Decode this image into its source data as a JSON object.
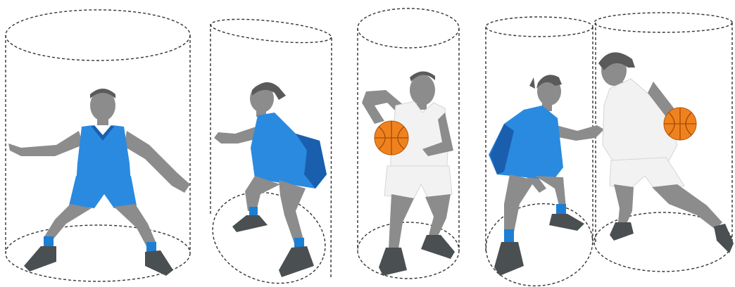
{
  "figure": {
    "panels": [
      {
        "id": "panel-1",
        "figure": "defender-front"
      },
      {
        "id": "panel-2",
        "figure": "defender-side"
      },
      {
        "id": "panel-3",
        "figure": "ball-handler"
      },
      {
        "id": "panel-4",
        "figure": "defender-and-ball-handler-contact"
      }
    ],
    "colors": {
      "defender_jersey": "#2a8ae0",
      "ball_handler_jersey": "#f2f2f2",
      "ball": "#f0821e",
      "skin": "#8c8c8c"
    }
  }
}
